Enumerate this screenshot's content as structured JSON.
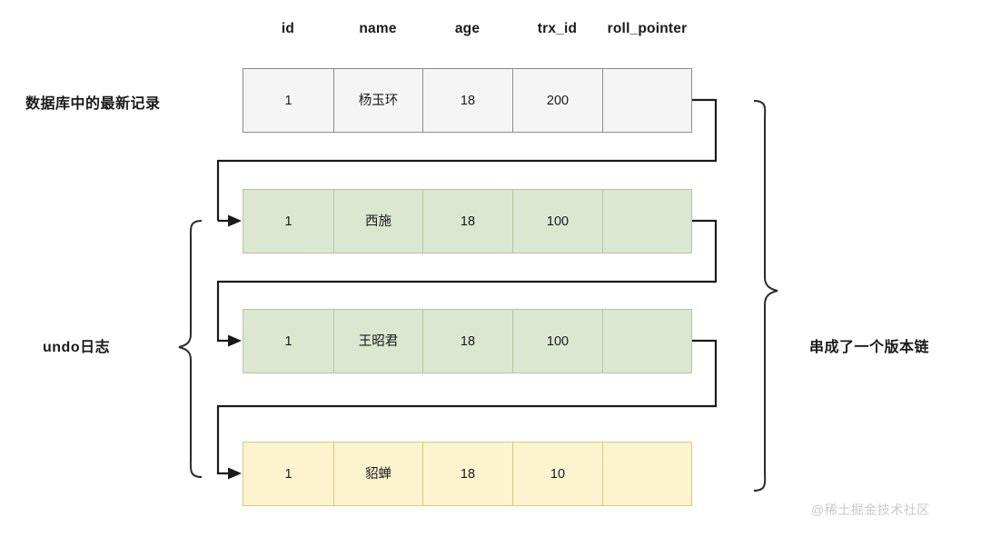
{
  "diagram": {
    "title_labels": {
      "latest_record": "数据库中的最新记录",
      "undo_log": "undo日志",
      "version_chain": "串成了一个版本链"
    },
    "watermark": "@稀土掘金技术社区",
    "columns": [
      "id",
      "name",
      "age",
      "trx_id",
      "roll_pointer"
    ],
    "rows": [
      {
        "kind": "current",
        "color": "#f5f5f5",
        "border": "#8c8c8c",
        "cells": [
          "1",
          "杨玉环",
          "18",
          "200",
          ""
        ]
      },
      {
        "kind": "undo",
        "color": "#dce7d1",
        "border": "#b3c7a1",
        "cells": [
          "1",
          "西施",
          "18",
          "100",
          ""
        ]
      },
      {
        "kind": "undo",
        "color": "#dce7d1",
        "border": "#b3c7a1",
        "cells": [
          "1",
          "王昭君",
          "18",
          "100",
          ""
        ]
      },
      {
        "kind": "undo-oldest",
        "color": "#fdf3cf",
        "border": "#ddc879",
        "cells": [
          "1",
          "貂蝉",
          "18",
          "10",
          ""
        ]
      }
    ]
  }
}
